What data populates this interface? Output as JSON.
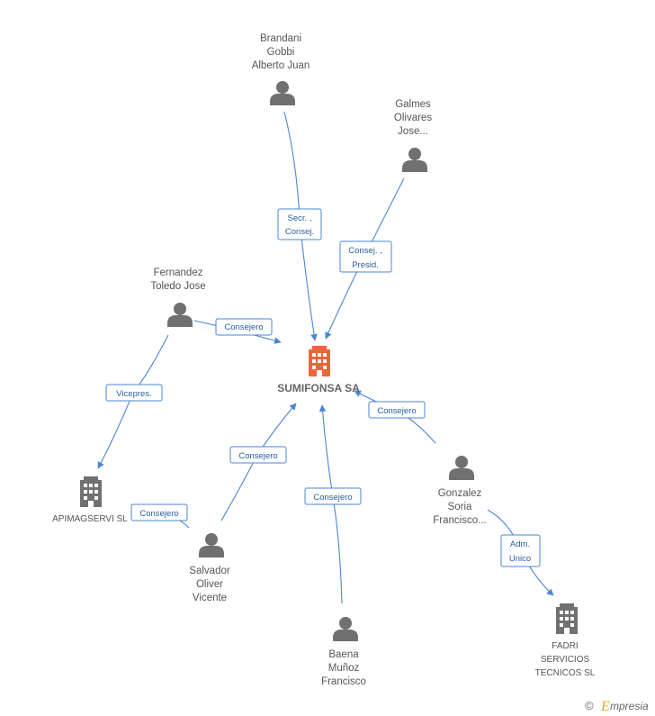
{
  "company": {
    "name": "SUMIFONSA SA"
  },
  "persons": [
    {
      "id": "brandani",
      "lines": [
        "Brandani",
        "Gobbi",
        "Alberto Juan"
      ]
    },
    {
      "id": "galmes",
      "lines": [
        "Galmes",
        "Olivares",
        "Jose..."
      ]
    },
    {
      "id": "fernandez",
      "lines": [
        "Fernandez",
        "Toledo Jose"
      ]
    },
    {
      "id": "gonzalez",
      "lines": [
        "Gonzalez",
        "Soria",
        "Francisco..."
      ]
    },
    {
      "id": "salvador",
      "lines": [
        "Salvador",
        "Oliver",
        "Vicente"
      ]
    },
    {
      "id": "baena",
      "lines": [
        "Baena",
        "Muñoz",
        "Francisco"
      ]
    }
  ],
  "companies": [
    {
      "id": "apimagservi",
      "lines": [
        "APIMAGSERVI SL"
      ]
    },
    {
      "id": "fadri",
      "lines": [
        "FADRI",
        "SERVICIOS",
        "TECNICOS SL"
      ]
    }
  ],
  "edges": [
    {
      "id": "brandani-center",
      "label": [
        "Secr. ,",
        "Consej."
      ]
    },
    {
      "id": "galmes-center",
      "label": [
        "Consej. ,",
        "Presid."
      ]
    },
    {
      "id": "fernandez-center",
      "label": [
        "Consejero"
      ]
    },
    {
      "id": "fernandez-apimag",
      "label": [
        "Vicepres."
      ]
    },
    {
      "id": "gonzalez-center",
      "label": [
        "Consejero"
      ]
    },
    {
      "id": "gonzalez-fadri",
      "label": [
        "Adm.",
        "Unico"
      ]
    },
    {
      "id": "salvador-center",
      "label": [
        "Consejero"
      ]
    },
    {
      "id": "salvador-apimag",
      "label": [
        "Consejero"
      ]
    },
    {
      "id": "baena-center",
      "label": [
        "Consejero"
      ]
    }
  ],
  "footer": {
    "copyright": "©",
    "brand_initial": "E",
    "brand_rest": "mpresia"
  },
  "colors": {
    "edge": "#4a86d6",
    "icon": "#707070",
    "center_icon": "#f0643c"
  }
}
